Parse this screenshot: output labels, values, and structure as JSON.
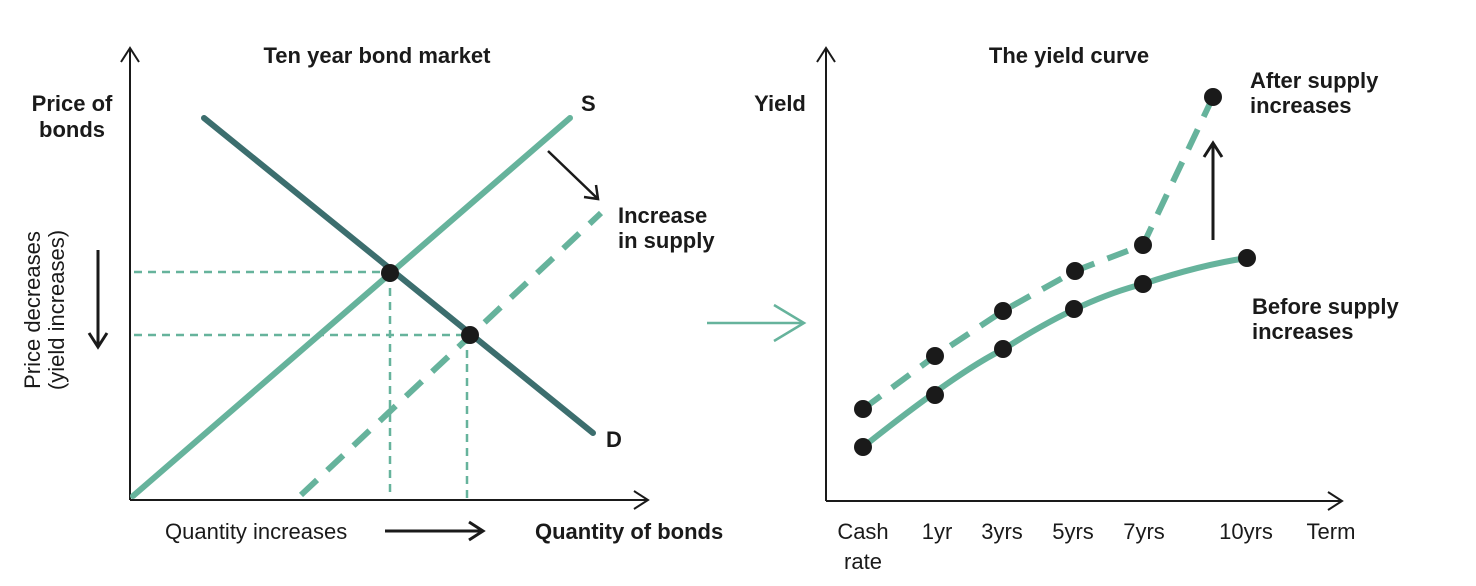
{
  "colors": {
    "dark": "#1a1a1a",
    "teal": "#66b39c",
    "demand": "#3c6e6e",
    "background": "#ffffff"
  },
  "left_panel": {
    "title": "Ten year bond market",
    "y_axis_label_line1": "Price of",
    "y_axis_label_line2": "bonds",
    "x_axis_label": "Quantity of bonds",
    "supply_label": "S",
    "demand_label": "D",
    "shift_label_line1": "Increase",
    "shift_label_line2": "in supply",
    "rotated_label_line1": "Price decreases",
    "rotated_label_line2": "(yield increases)",
    "x_note": "Quantity increases"
  },
  "right_panel": {
    "title": "The yield curve",
    "y_axis_label": "Yield",
    "after_label_line1": "After supply",
    "after_label_line2": "increases",
    "before_label_line1": "Before supply",
    "before_label_line2": "increases",
    "ticks": {
      "cash_line1": "Cash",
      "cash_line2": "rate",
      "t1": "1yr",
      "t3": "3yrs",
      "t5": "5yrs",
      "t7": "7yrs",
      "t10": "10yrs",
      "term": "Term"
    }
  },
  "icons": {
    "transition_arrow": "right-arrow-icon",
    "price_arrow": "down-arrow-icon",
    "quantity_arrow": "right-arrow-icon",
    "shift_arrow": "down-right-arrow-icon",
    "yield_arrow": "up-arrow-icon"
  }
}
